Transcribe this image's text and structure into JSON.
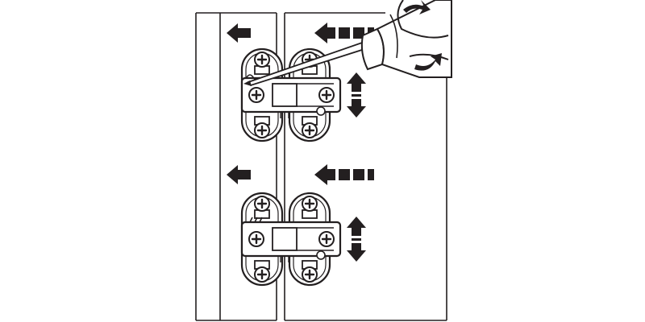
{
  "diagram": {
    "ink": "#231f20",
    "paper": "#ffffff",
    "hinges": [
      {
        "position": "upper",
        "adjust_screw": "front-left"
      },
      {
        "position": "lower",
        "adjust_screw": "front-left"
      }
    ],
    "icons": [
      "arrow-left-icon",
      "dashed-arrow-left-icon",
      "double-arrow-vertical-icon",
      "screwdriver-icon",
      "rotation-arrow-icon"
    ]
  }
}
